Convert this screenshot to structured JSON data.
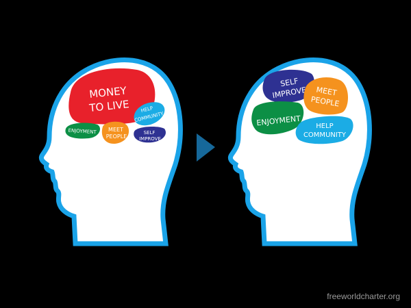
{
  "before": {
    "money": [
      "MONEY",
      "TO LIVE"
    ],
    "help": [
      "HELP",
      "COMMUNITY"
    ],
    "enjoyment": "ENJOYMENT",
    "meet": [
      "MEET",
      "PEOPLE"
    ],
    "self": [
      "SELF",
      "IMPROVE"
    ]
  },
  "after": {
    "self": [
      "SELF",
      "IMPROVE"
    ],
    "meet": [
      "MEET",
      "PEOPLE"
    ],
    "enjoyment": "ENJOYMENT",
    "help": [
      "HELP",
      "COMMUNITY"
    ]
  },
  "credit": "freeworldcharter.org",
  "colors": {
    "outline": "#1aa3e8",
    "money": "#e8212b",
    "help": "#1bace5",
    "enjoyment": "#0c8f45",
    "meet": "#f5921e",
    "self": "#2e3192",
    "arrow": "#16689a"
  }
}
